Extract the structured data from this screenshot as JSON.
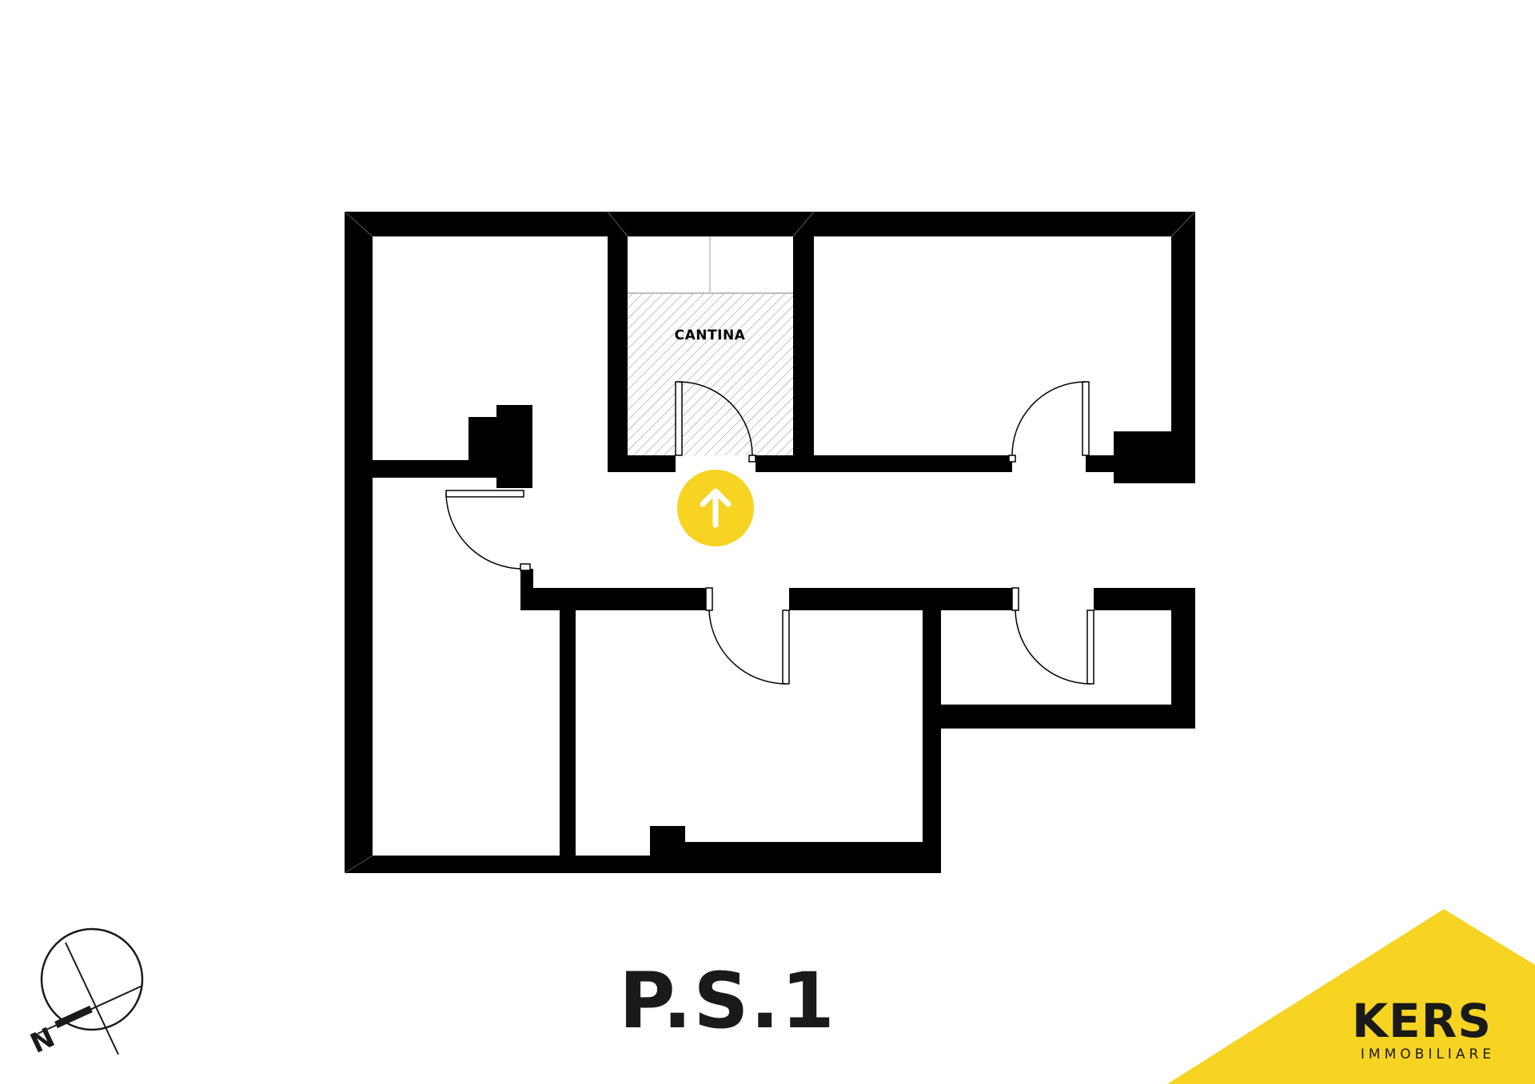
{
  "floorplan": {
    "rooms": {
      "cantina": "CANTINA"
    },
    "floor_label": "P.S.1",
    "entrance": {
      "icon": "arrow-up-icon",
      "color": "#F7D322"
    }
  },
  "compass": {
    "north_letter": "N",
    "icon": "compass-icon"
  },
  "brand": {
    "name": "KERS",
    "subtitle": "IMMOBILIARE",
    "accent_color": "#F7D322",
    "text_color": "#1a1a1a"
  },
  "colors": {
    "wall": "#000000",
    "background": "#ffffff",
    "hatch": "#9a9a9a"
  }
}
